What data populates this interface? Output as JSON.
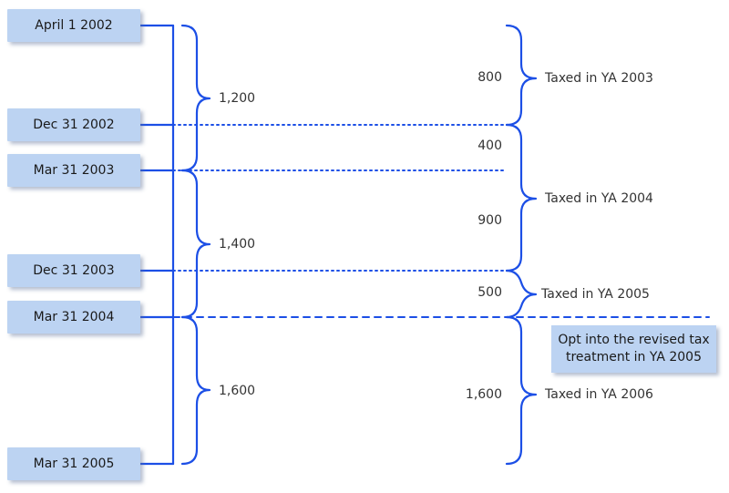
{
  "dates": [
    "April 1 2002",
    "Dec 31 2002",
    "Mar 31 2003",
    "Dec 31 2003",
    "Mar 31 2004",
    "Mar 31 2005"
  ],
  "left_amounts": [
    "1,200",
    "1,400",
    "1,600"
  ],
  "right_amounts": [
    "800",
    "400",
    "900",
    "500",
    "1,600"
  ],
  "tax_labels": [
    "Taxed in YA 2003",
    "Taxed in YA 2004",
    "Taxed in YA 2005",
    "Taxed in YA 2006"
  ],
  "note": [
    "Opt into the revised tax",
    "treatment in YA 2005"
  ],
  "colors": {
    "line": "#1c4fe6",
    "box_fill": "#bcd3f2",
    "text": "#333333"
  }
}
